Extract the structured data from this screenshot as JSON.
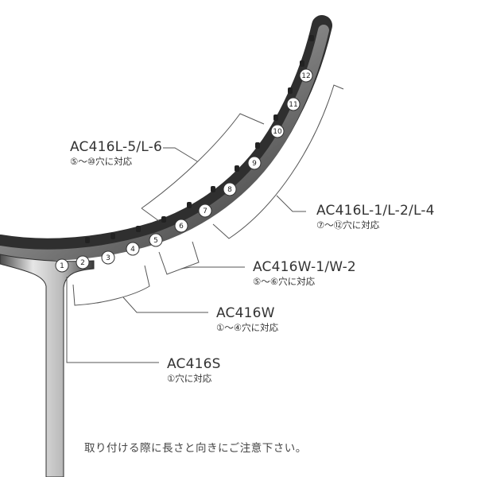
{
  "holes": [
    "1",
    "2",
    "3",
    "4",
    "5",
    "6",
    "7",
    "8",
    "9",
    "10",
    "11",
    "12"
  ],
  "callouts": [
    {
      "id": "ac416l-5",
      "model": "AC416L-5/L-6",
      "range": "⑤～⑩穴に対応"
    },
    {
      "id": "ac416l-1",
      "model": "AC416L-1/L-2/L-4",
      "range": "⑦～⑫穴に対応"
    },
    {
      "id": "ac416w-1",
      "model": "AC416W-1/W-2",
      "range": "⑤～⑥穴に対応"
    },
    {
      "id": "ac416w",
      "model": "AC416W",
      "range": "①～④穴に対応"
    },
    {
      "id": "ac416s",
      "model": "AC416S",
      "range": "①穴に対応"
    }
  ],
  "note": "取り付ける際に長さと向きにご注意下さい。",
  "colors": {
    "frame_dark": "#3c3c3c",
    "frame_light": "#d6d6d6",
    "line": "#555555",
    "text": "#333333"
  }
}
